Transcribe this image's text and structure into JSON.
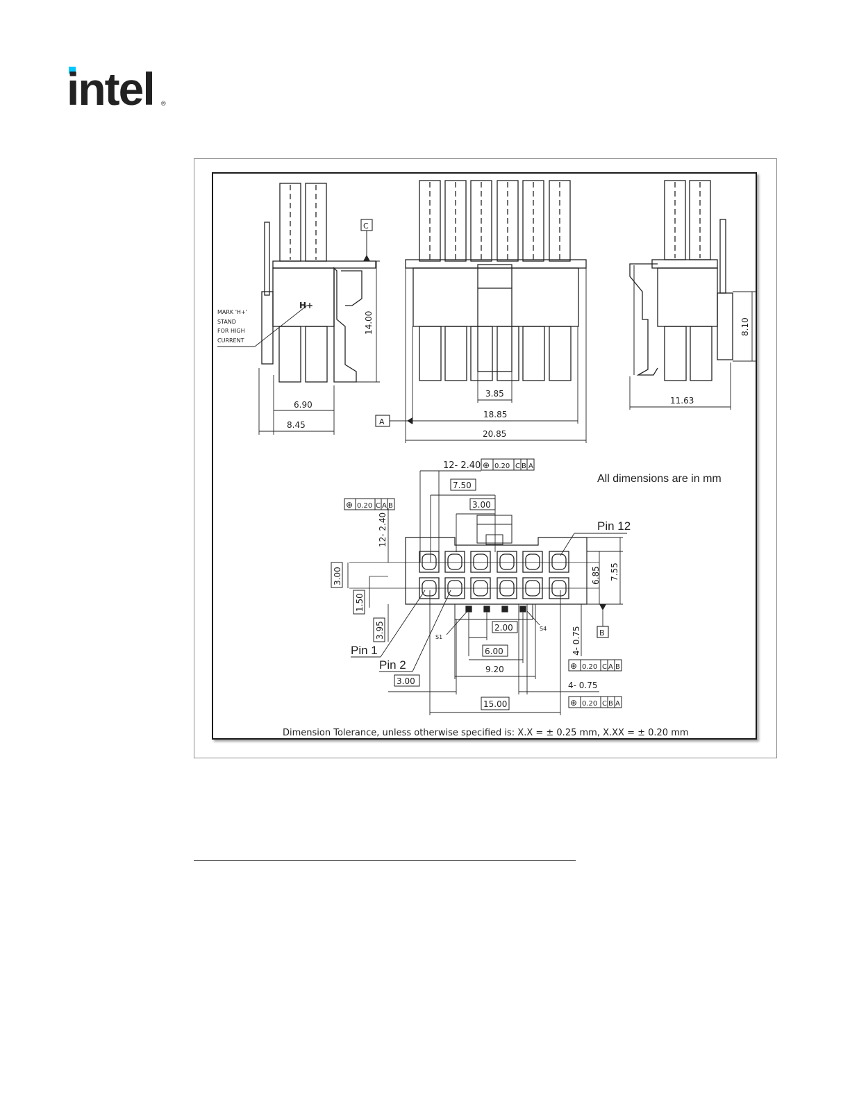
{
  "brand": {
    "logo_text": "intel",
    "logo_color": "#0068b5",
    "dot_color": "#00c7fd"
  },
  "drawing": {
    "note_units": "All dimensions are in mm",
    "tolerance_note": "Dimension Tolerance, unless otherwise specified is:  X.X = ± 0.25 mm, X.XX = ± 0.20 mm",
    "side_view_left": {
      "mark_note": [
        "MARK 'H+'",
        "STAND",
        "FOR HIGH",
        "CURRENT"
      ],
      "mark_symbol": "H+",
      "datum_c": "C",
      "dim_height": "14.00",
      "dim_width_inner": "6.90",
      "dim_width_outer": "8.45"
    },
    "front_view": {
      "dim_latch": "3.85",
      "dim_inner": "18.85",
      "dim_outer": "20.85",
      "datum_a": "A"
    },
    "side_view_right": {
      "dim_height": "8.10",
      "dim_width": "11.63"
    },
    "bottom_view": {
      "hole_callout": "12- 2.40",
      "fcf_top": [
        "⊕",
        "0.20",
        "C",
        "B",
        "A"
      ],
      "fcf_left": [
        "⊕",
        "0.20",
        "C",
        "A",
        "B"
      ],
      "dim_750": "7.50",
      "dim_300_top": "3.00",
      "dim_240_vertical": "12- 2.40",
      "pin12_label": "Pin 12",
      "pin1_label": "Pin 1",
      "pin2_label": "Pin 2",
      "dim_300_left": "3.00",
      "dim_150": "1.50",
      "dim_395": "3.95",
      "dim_685": "6.85",
      "dim_755": "7.55",
      "datum_b": "B",
      "dim_075_vertical": "4- 0.75",
      "fcf_right_1": [
        "⊕",
        "0.20",
        "C",
        "A",
        "B"
      ],
      "dim_075": "4- 0.75",
      "fcf_right_2": [
        "⊕",
        "0.20",
        "C",
        "B",
        "A"
      ],
      "dim_200": "2.00",
      "dim_600": "6.00",
      "dim_920": "9.20",
      "dim_300_bottom": "3.00",
      "dim_1500": "15.00",
      "s1_label": "S1",
      "s4_label": "S4"
    }
  }
}
